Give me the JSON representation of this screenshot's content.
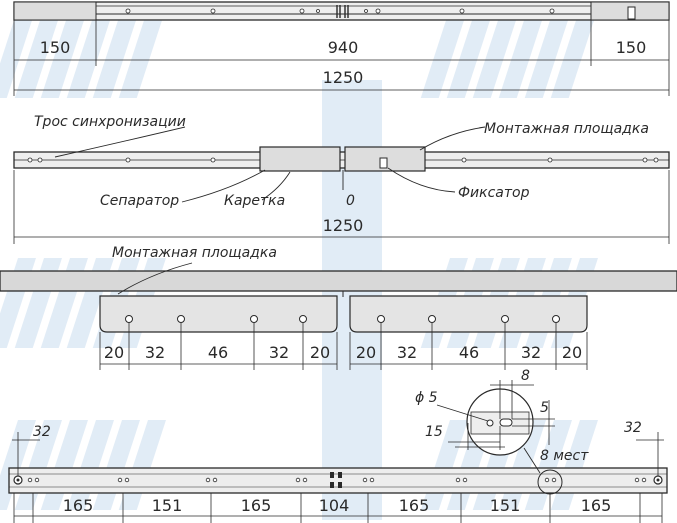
{
  "top_view": {
    "dims": [
      "150",
      "940",
      "150"
    ],
    "total": "1250"
  },
  "side_view": {
    "labels": {
      "cable": "Трос синхронизации",
      "mount_plate": "Монтажная площадка",
      "separator": "Сепаратор",
      "carriage": "Каретка",
      "zero": "0",
      "latch": "Фиксатор"
    },
    "total": "1250"
  },
  "plates_view": {
    "label": "Монтажная площадка",
    "left_dims": [
      "20",
      "32",
      "46",
      "32",
      "20"
    ],
    "right_dims": [
      "20",
      "32",
      "46",
      "32",
      "20"
    ]
  },
  "bottom_view": {
    "end_left": "32",
    "end_right": "32",
    "dims": [
      "165",
      "151",
      "165",
      "104",
      "165",
      "151",
      "165"
    ],
    "detail": {
      "diameter": "ϕ 5",
      "width": "8",
      "height": "5",
      "offset": "15",
      "count": "8 мест"
    }
  },
  "colors": {
    "line": "#2a2a2a",
    "rail_fill": "#eeeeee",
    "plate_fill": "#e4e4e4",
    "watermark": "#c8dcef"
  }
}
